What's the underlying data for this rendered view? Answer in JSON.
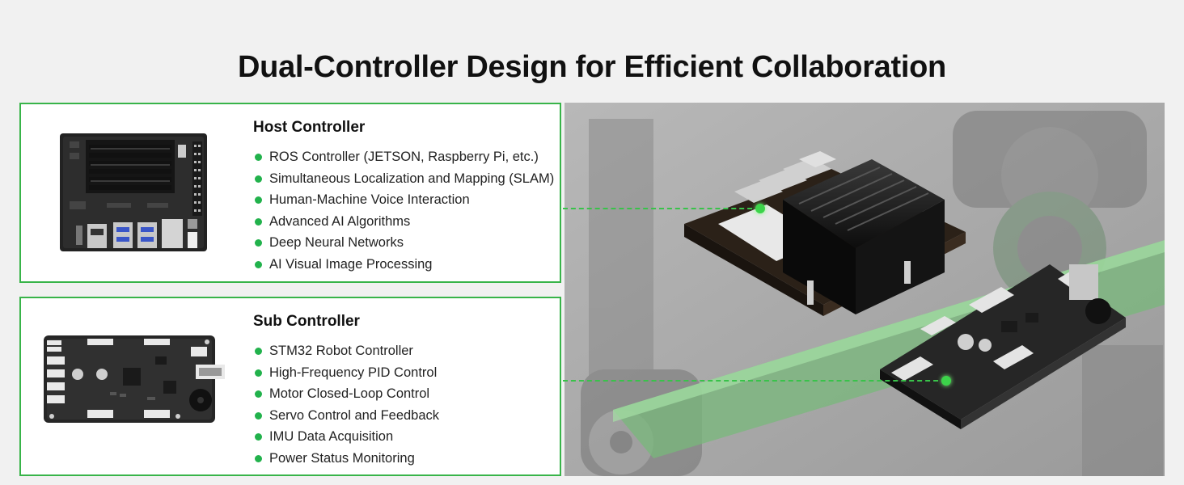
{
  "title": "Dual-Controller Design for Efficient Collaboration",
  "host": {
    "heading": "Host Controller",
    "features": [
      "ROS Controller (JETSON, Raspberry Pi, etc.)",
      "Simultaneous Localization and Mapping (SLAM)",
      "Human-Machine Voice Interaction",
      "Advanced AI Algorithms",
      "Deep Neural Networks",
      "AI Visual Image Processing"
    ]
  },
  "sub": {
    "heading": "Sub Controller",
    "features": [
      "STM32 Robot Controller",
      "High-Frequency PID Control",
      "Motor Closed-Loop Control",
      "Servo Control and Feedback",
      "IMU Data Acquisition",
      "Power Status Monitoring"
    ]
  },
  "colors": {
    "accent": "#38b449",
    "bullet": "#22b24c",
    "connector": "#39c24a",
    "background": "#f1f1f1"
  }
}
